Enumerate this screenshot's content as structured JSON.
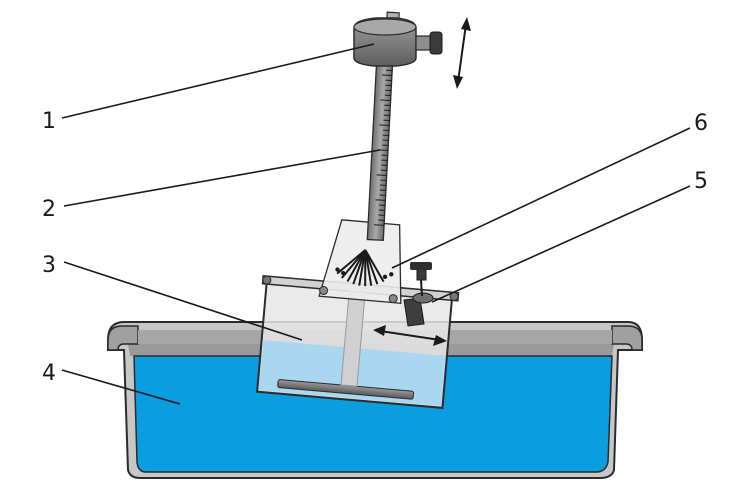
{
  "callouts": [
    {
      "id": "1",
      "label": "1"
    },
    {
      "id": "2",
      "label": "2"
    },
    {
      "id": "3",
      "label": "3"
    },
    {
      "id": "4",
      "label": "4"
    },
    {
      "id": "5",
      "label": "5"
    },
    {
      "id": "6",
      "label": "6"
    }
  ],
  "colors": {
    "water": "#0a9de0",
    "water_light": "#a9d7ef",
    "tank_rim": "#9a9a9a",
    "tank_wall": "#c7c7c7",
    "rod": "#8a8a8a",
    "knob": "#8a8a8a",
    "outline": "#2b2b2b"
  }
}
